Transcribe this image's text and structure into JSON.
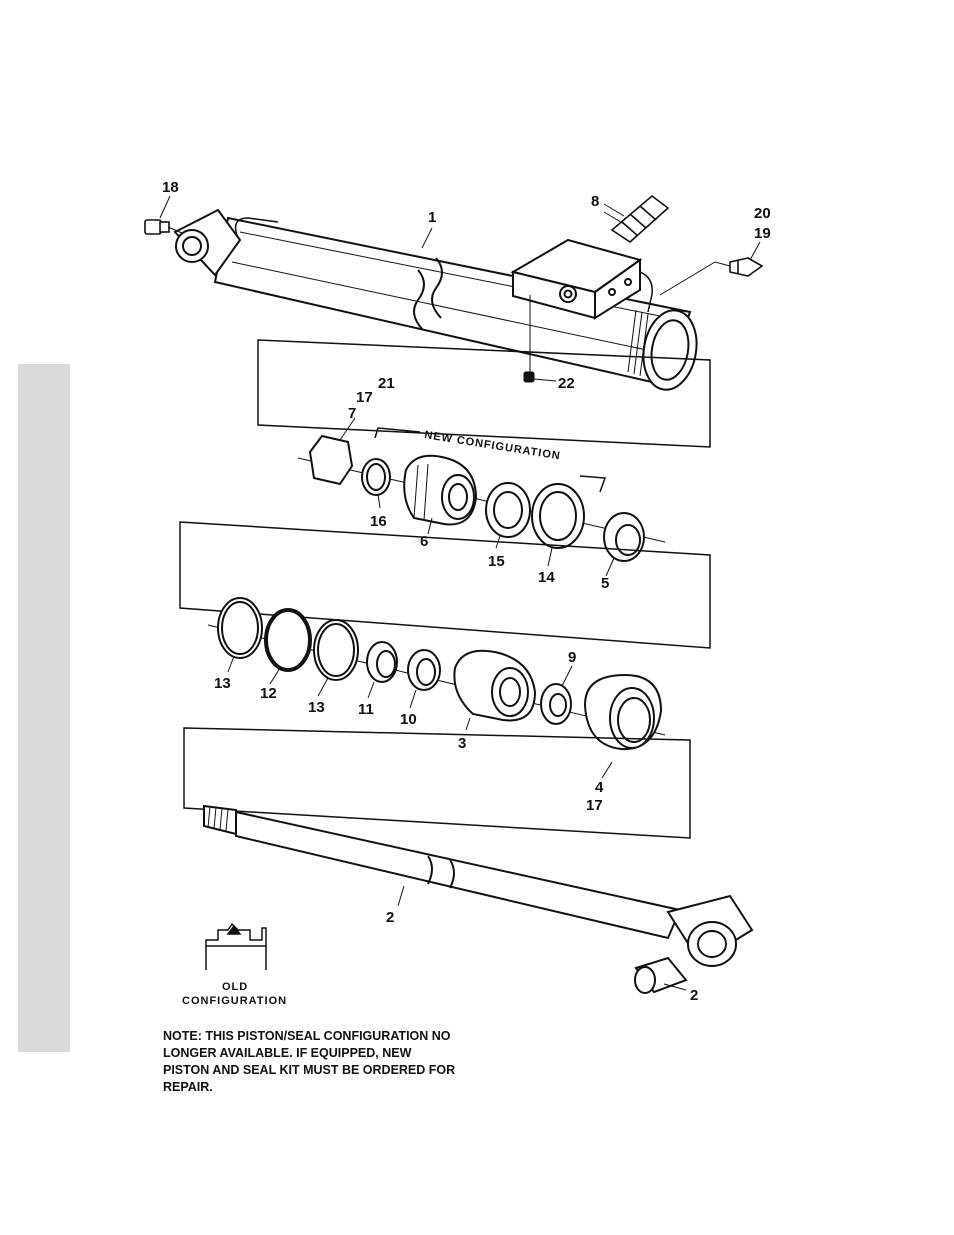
{
  "callouts": {
    "c18": "18",
    "c1": "1",
    "c8": "8",
    "c20": "20",
    "c19": "19",
    "c22": "22",
    "c21": "21",
    "c17a": "17",
    "c7": "7",
    "c16": "16",
    "c6": "6",
    "c15": "15",
    "c14": "14",
    "c5": "5",
    "c13a": "13",
    "c12": "12",
    "c13b": "13",
    "c11": "11",
    "c10": "10",
    "c3": "3",
    "c9": "9",
    "c4": "4",
    "c17b": "17",
    "c2a": "2",
    "c2b": "2"
  },
  "labels": {
    "new_configuration": "NEW CONFIGURATION",
    "old_line1": "OLD",
    "old_line2": "CONFIGURATION"
  },
  "note": {
    "line1": "NOTE: THIS PISTON/SEAL CONFIGURATION NO",
    "line2": "LONGER AVAILABLE. IF EQUIPPED, NEW",
    "line3": "PISTON AND SEAL KIT MUST BE ORDERED FOR",
    "line4": "REPAIR."
  }
}
